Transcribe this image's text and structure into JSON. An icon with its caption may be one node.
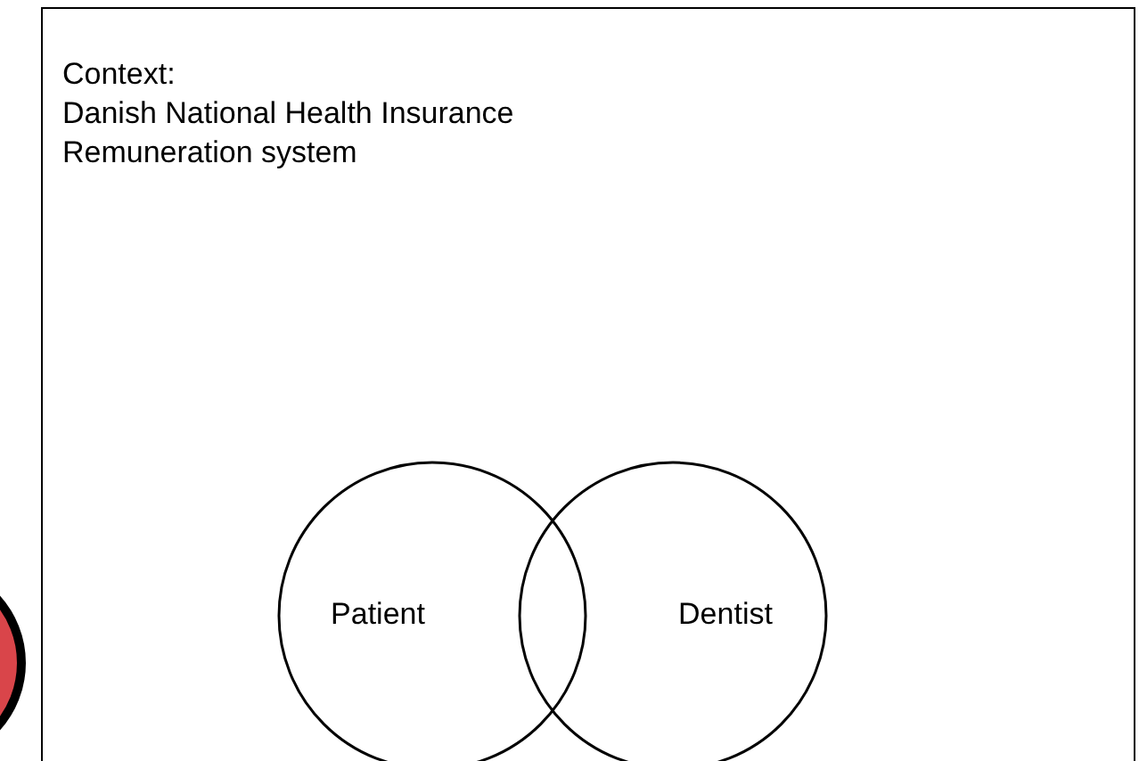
{
  "diagram": {
    "nodes": [
      {
        "text": [
          "Context:",
          "Danish National Health Insurance Remuneration system"
        ]
      },
      {
        "text": [
          "Patient"
        ],
        "in": 0
      },
      {
        "text": [
          "Dentist"
        ],
        "in": 0
      },
      {
        "text": [],
        "shape": "circle"
      }
    ]
  }
}
